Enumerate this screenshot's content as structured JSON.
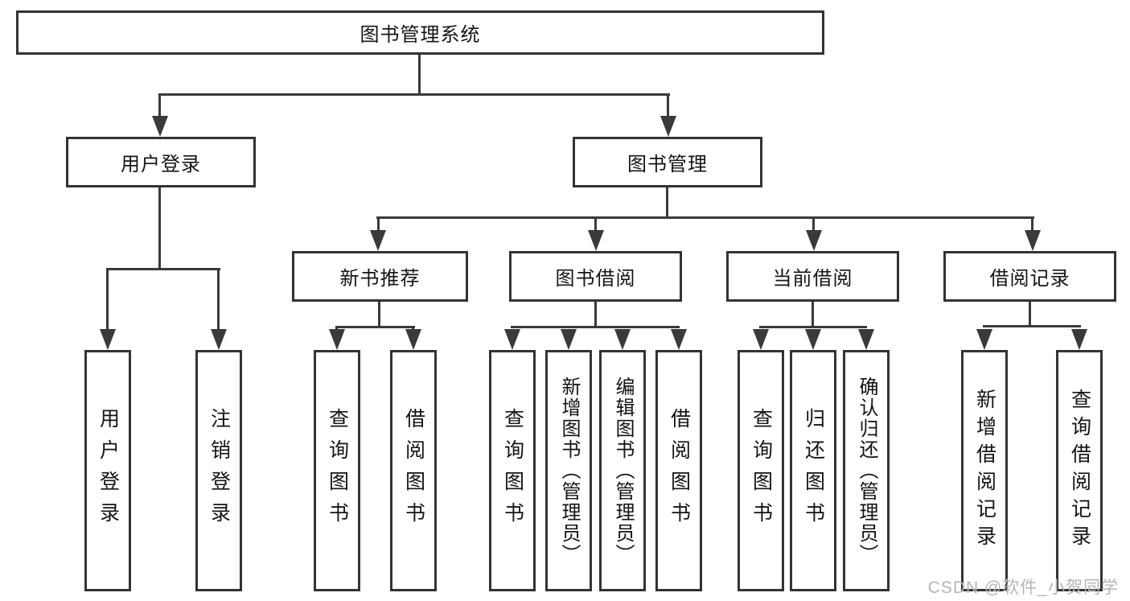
{
  "tree": {
    "root": {
      "label": "图书管理系统",
      "children": [
        {
          "label": "用户登录",
          "children": [
            {
              "label": "用户登录"
            },
            {
              "label": "注销登录"
            }
          ]
        },
        {
          "label": "图书管理",
          "children": [
            {
              "label": "新书推荐",
              "children": [
                {
                  "label": "查询图书"
                },
                {
                  "label": "借阅图书"
                }
              ]
            },
            {
              "label": "图书借阅",
              "children": [
                {
                  "label": "查询图书"
                },
                {
                  "label": "新增图书（管理员）"
                },
                {
                  "label": "编辑图书（管理员）"
                },
                {
                  "label": "借阅图书"
                }
              ]
            },
            {
              "label": "当前借阅",
              "children": [
                {
                  "label": "查询图书"
                },
                {
                  "label": "归还图书"
                },
                {
                  "label": "确认归还（管理员）"
                }
              ]
            },
            {
              "label": "借阅记录",
              "children": [
                {
                  "label": "新增借阅记录"
                },
                {
                  "label": "查询借阅记录"
                }
              ]
            }
          ]
        }
      ]
    }
  },
  "watermark": {
    "text": "CSDN @软件_小贺同学"
  },
  "colors": {
    "line": "#3a3a3a",
    "box_border": "#333333",
    "box_background": "#ffffff",
    "text": "#141414",
    "watermark": "#b5b5b5"
  }
}
